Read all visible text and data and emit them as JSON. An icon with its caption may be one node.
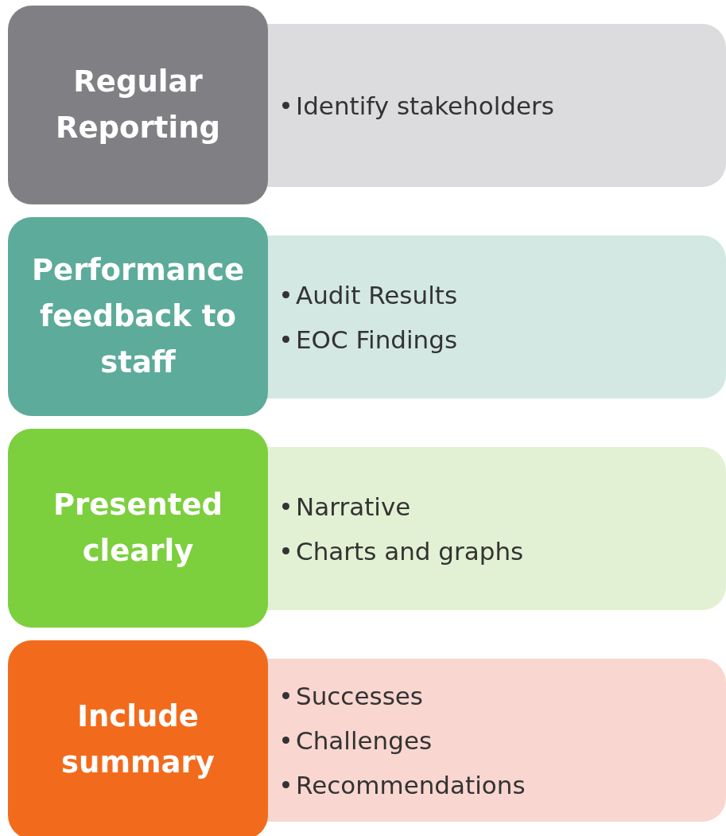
{
  "diagram": {
    "nodes": [
      {
        "text": [
          "Regular Reporting"
        ]
      },
      {
        "text": [
          "Identify stakeholders"
        ]
      },
      {
        "text": [
          "Performance feedback to staff"
        ]
      },
      {
        "text": [
          "Audit Results",
          "EOC Findings"
        ]
      },
      {
        "text": [
          "Presented clearly"
        ]
      },
      {
        "text": [
          "Narrative",
          "Charts and graphs"
        ]
      },
      {
        "text": [
          "Include summary"
        ]
      },
      {
        "text": [
          "Successes",
          "Challenges",
          "Recommendations"
        ]
      }
    ],
    "edges": []
  }
}
